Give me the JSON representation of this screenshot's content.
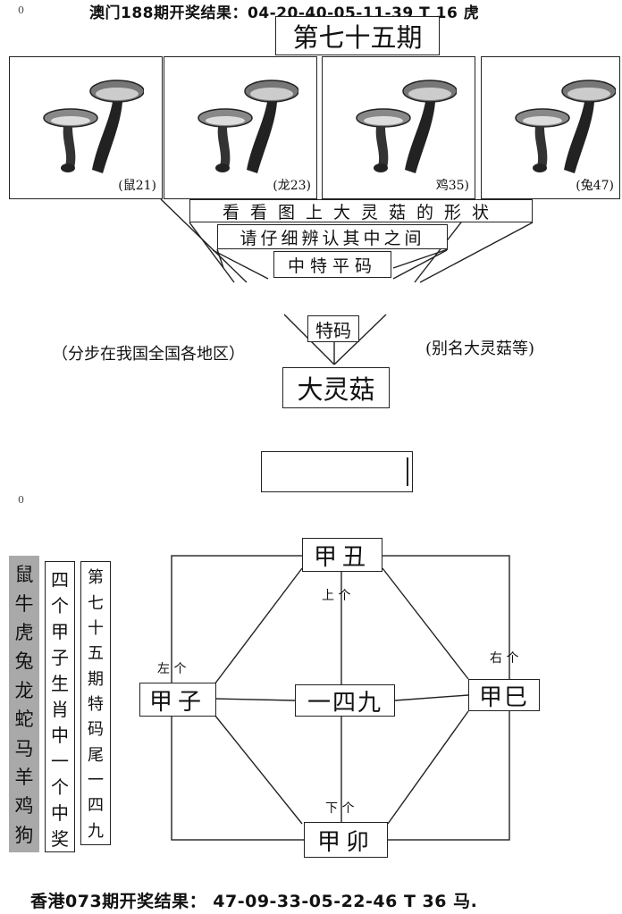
{
  "page_numbers": [
    "0",
    "0"
  ],
  "header": {
    "macau_result": "澳门188期开奖结果：04-20-40-05-11-39 T 16 虎"
  },
  "issue_title": "第七十五期",
  "panels": [
    {
      "label": "(鼠21)"
    },
    {
      "label": "(龙23)"
    },
    {
      "label": "鸡35)"
    },
    {
      "label": "(兔47)"
    }
  ],
  "riddle": {
    "line1": "看看图上大灵菇的形状",
    "line2": "请仔细辨认其中之间",
    "line3": "中特平码",
    "tema": "特码",
    "left_note": "（分步在我国全国各地区）",
    "right_note": "(别名大灵菇等)",
    "big_name": "大灵菇"
  },
  "zodiac_column": [
    "鼠",
    "牛",
    "虎",
    "兔",
    "龙",
    "蛇",
    "马",
    "羊",
    "鸡",
    "狗"
  ],
  "message_column": [
    "四",
    "个",
    "甲",
    "子",
    "生",
    "肖",
    "中",
    "一",
    "个",
    "中",
    "奖"
  ],
  "tail_column": [
    "第",
    "七",
    "十",
    "五",
    "期",
    "特",
    "码",
    "尾",
    "一",
    "四",
    "九"
  ],
  "diagram": {
    "top": "甲丑",
    "left": "甲子",
    "center": "一四九",
    "right": "甲巳",
    "bottom": "甲卯",
    "label_top": "上 个",
    "label_left": "左 个",
    "label_right": "右 个",
    "label_bottom": "下  个"
  },
  "footer": {
    "hk_result": "香港073期开奖结果： 47-09-33-05-22-46 T 36 马."
  }
}
